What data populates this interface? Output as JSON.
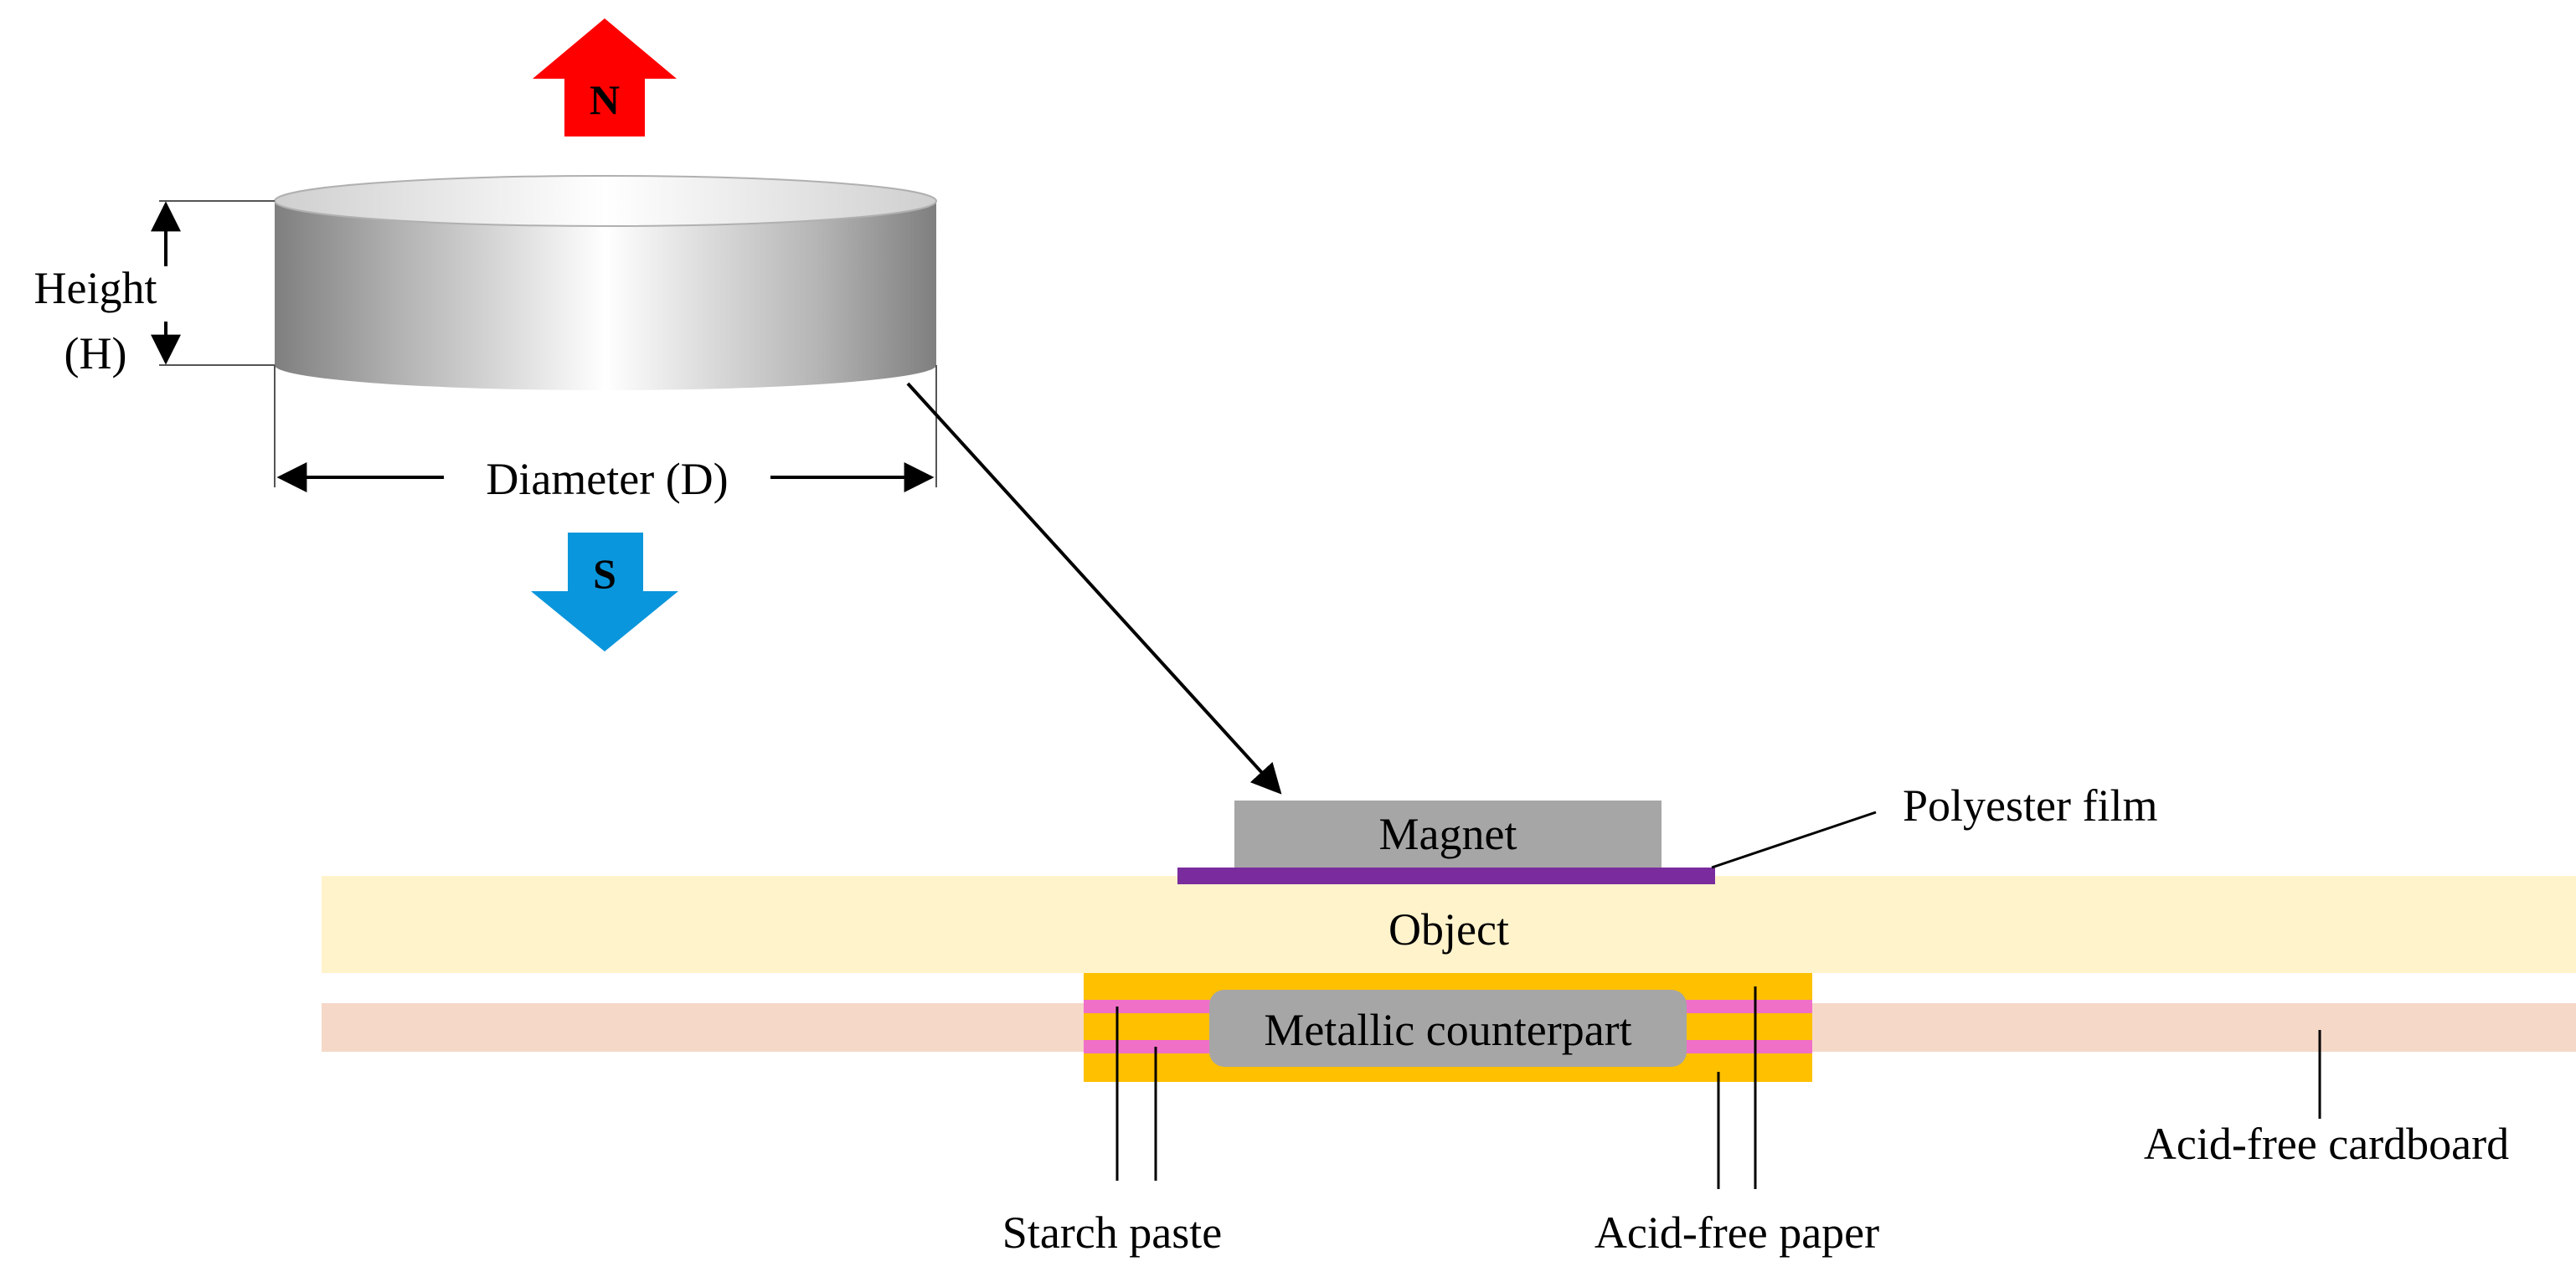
{
  "magnet_disc": {
    "north_label": "N",
    "south_label": "S",
    "height_label_line1": "Height",
    "height_label_line2": "(H)",
    "diameter_label": "Diameter (D)"
  },
  "layers": {
    "magnet_label": "Magnet",
    "polyester_film_label": "Polyester film",
    "object_label": "Object",
    "counterpart_label": "Metallic counterpart",
    "cardboard_label": "Acid-free cardboard",
    "starch_paste_label": "Starch paste",
    "paper_label": "Acid-free paper"
  },
  "colors": {
    "north_arrow": "#ff0000",
    "south_arrow": "#0a96dc",
    "magnet_block": "#a6a6a6",
    "polyester_film": "#7a2c9e",
    "object": "#fff3cc",
    "cardboard": "#f5d8c8",
    "acid_free_paper": "#ffc000",
    "starch_paste": "#f070c8",
    "counterpart": "#a6a6a6"
  }
}
